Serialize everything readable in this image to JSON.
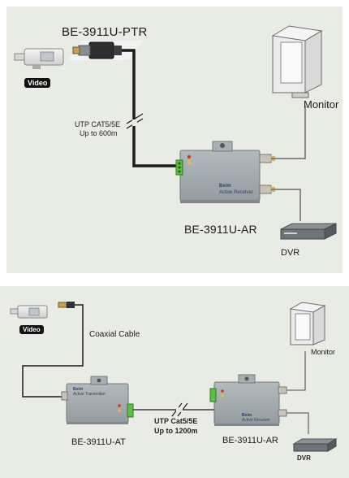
{
  "top": {
    "camera_label": "BE-3911U-PTR",
    "video_tag": "Video",
    "cable_label_line1": "UTP CAT5/5E",
    "cable_label_line2": "Up to 600m",
    "monitor_label": "Monitor",
    "receiver_badge_line1": "Beim",
    "receiver_badge_line2": "Active Receiver",
    "receiver_label": "BE-3911U-AR",
    "dvr_label": "DVR"
  },
  "bottom": {
    "video_tag": "Video",
    "coax_label": "Coaxial Cable",
    "monitor_label": "Monitor",
    "transmitter_badge_line1": "Beim",
    "transmitter_badge_line2": "Active Transmitter",
    "transmitter_label": "BE-3911U-AT",
    "cable_label_line1": "UTP Cat5/5E",
    "cable_label_line2": "Up to 1200m",
    "receiver_badge_line1": "Beim",
    "receiver_badge_line2": "Active Receiver",
    "receiver_label": "BE-3911U-AR",
    "dvr_label": "DVR"
  },
  "colors": {
    "panel_bg": "#e9ece4",
    "box_body": "#a2a9ad",
    "box_dark": "#80888d",
    "terminal_green": "#5cbf3e",
    "cable": "#1a1a1a",
    "thin_line": "#6a6a6a"
  }
}
